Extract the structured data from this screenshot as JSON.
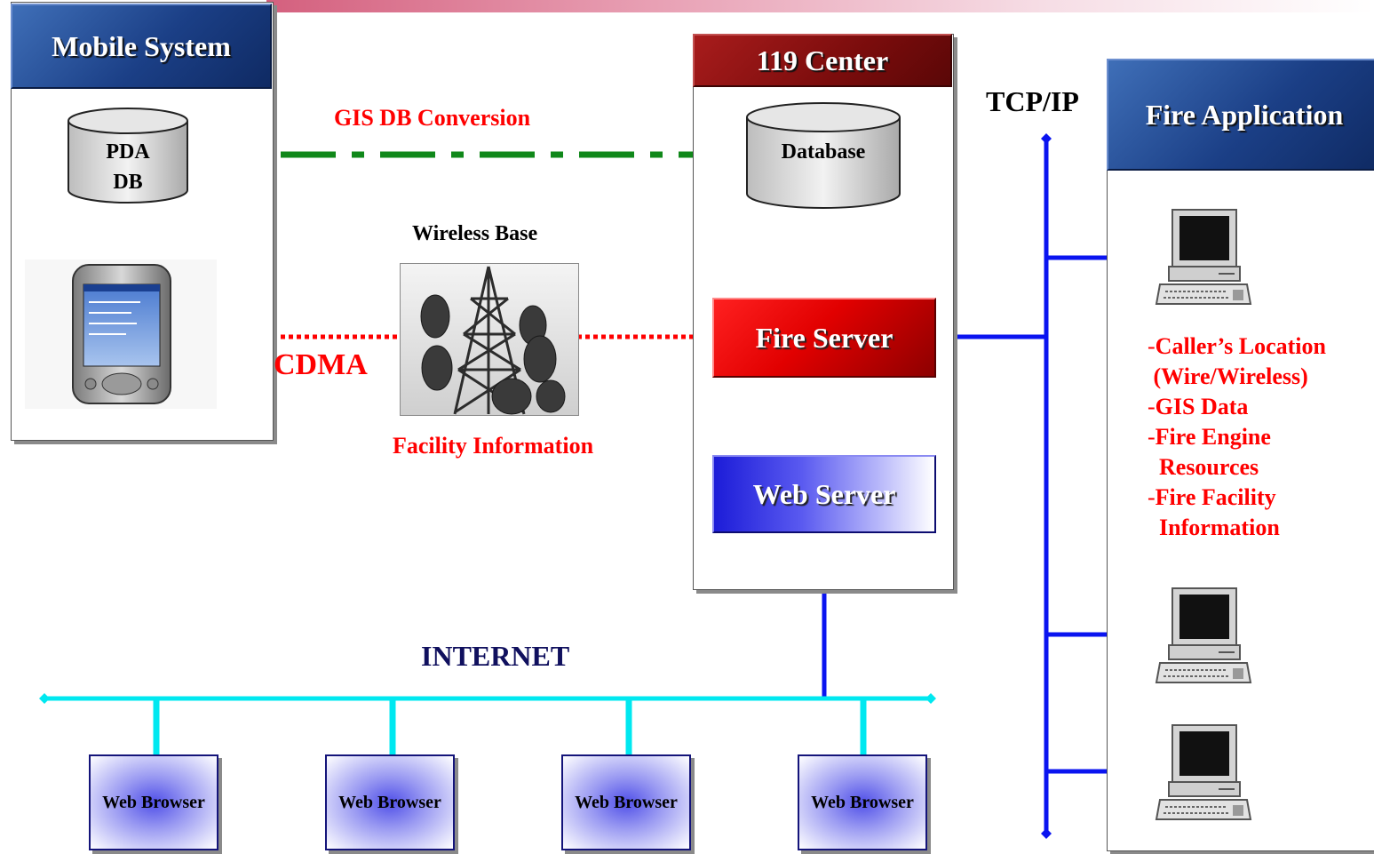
{
  "mobile_system": {
    "title": "Mobile System",
    "db_label_line1": "PDA",
    "db_label_line2": "DB"
  },
  "center": {
    "title": "119 Center",
    "database_label": "Database",
    "fire_server_label": "Fire Server",
    "web_server_label": "Web Server"
  },
  "fire_application": {
    "title": "Fire Application",
    "items": [
      {
        "dash": "-",
        "text": "Caller’s Location"
      },
      {
        "dash": "",
        "text": " (Wire/Wireless)"
      },
      {
        "dash": "-",
        "text": "GIS Data"
      },
      {
        "dash": "-",
        "text": "Fire Engine"
      },
      {
        "dash": "",
        "text": "  Resources"
      },
      {
        "dash": "-",
        "text": "Fire Facility"
      },
      {
        "dash": "",
        "text": "  Information"
      }
    ]
  },
  "links": {
    "gis_conversion": "GIS DB Conversion",
    "wireless_base": "Wireless Base",
    "cdma": "CDMA",
    "facility_information": "Facility Information",
    "tcpip": "TCP/IP",
    "internet": "INTERNET"
  },
  "browsers": [
    "Web Browser",
    "Web Browser",
    "Web Browser",
    "Web Browser"
  ],
  "colors": {
    "network_blue": "#0a14f0",
    "internet_cyan": "#00e8f0",
    "gis_arrow_green": "#10881a",
    "cdma_red": "#ff0000",
    "header_navy": "#1b3f86",
    "header_maroon": "#7a0c0c"
  }
}
